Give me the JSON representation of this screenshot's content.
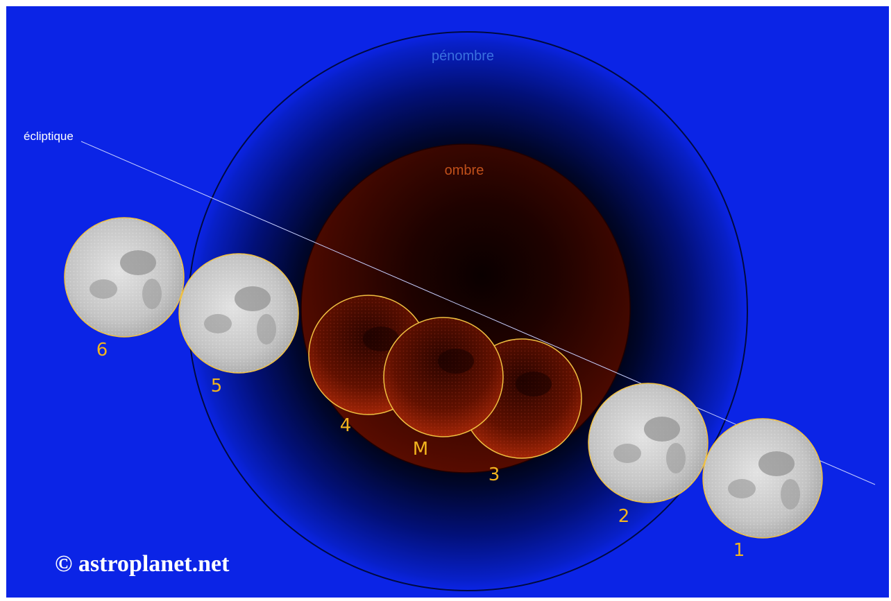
{
  "labels": {
    "penumbra": "pénombre",
    "umbra": "ombre",
    "ecliptic": "écliptique",
    "credit": "© astroplanet.net"
  },
  "moon_positions": [
    {
      "name": "moon-1",
      "label": "1",
      "phase": "full"
    },
    {
      "name": "moon-2",
      "label": "2",
      "phase": "full"
    },
    {
      "name": "moon-3",
      "label": "3",
      "phase": "eclipsed"
    },
    {
      "name": "moon-m",
      "label": "M",
      "phase": "eclipsed"
    },
    {
      "name": "moon-4",
      "label": "4",
      "phase": "eclipsed"
    },
    {
      "name": "moon-5",
      "label": "5",
      "phase": "full"
    },
    {
      "name": "moon-6",
      "label": "6",
      "phase": "full"
    }
  ],
  "colors": {
    "background": "#0b24e6",
    "penumbra_label": "#3a70e0",
    "umbra": "#5a0a00",
    "umbra_label": "#c0501a",
    "ecliptic": "#c8d0ff",
    "moon_outline": "#f0c040",
    "numbers": "#f2b41e",
    "credit": "#ffffff"
  }
}
